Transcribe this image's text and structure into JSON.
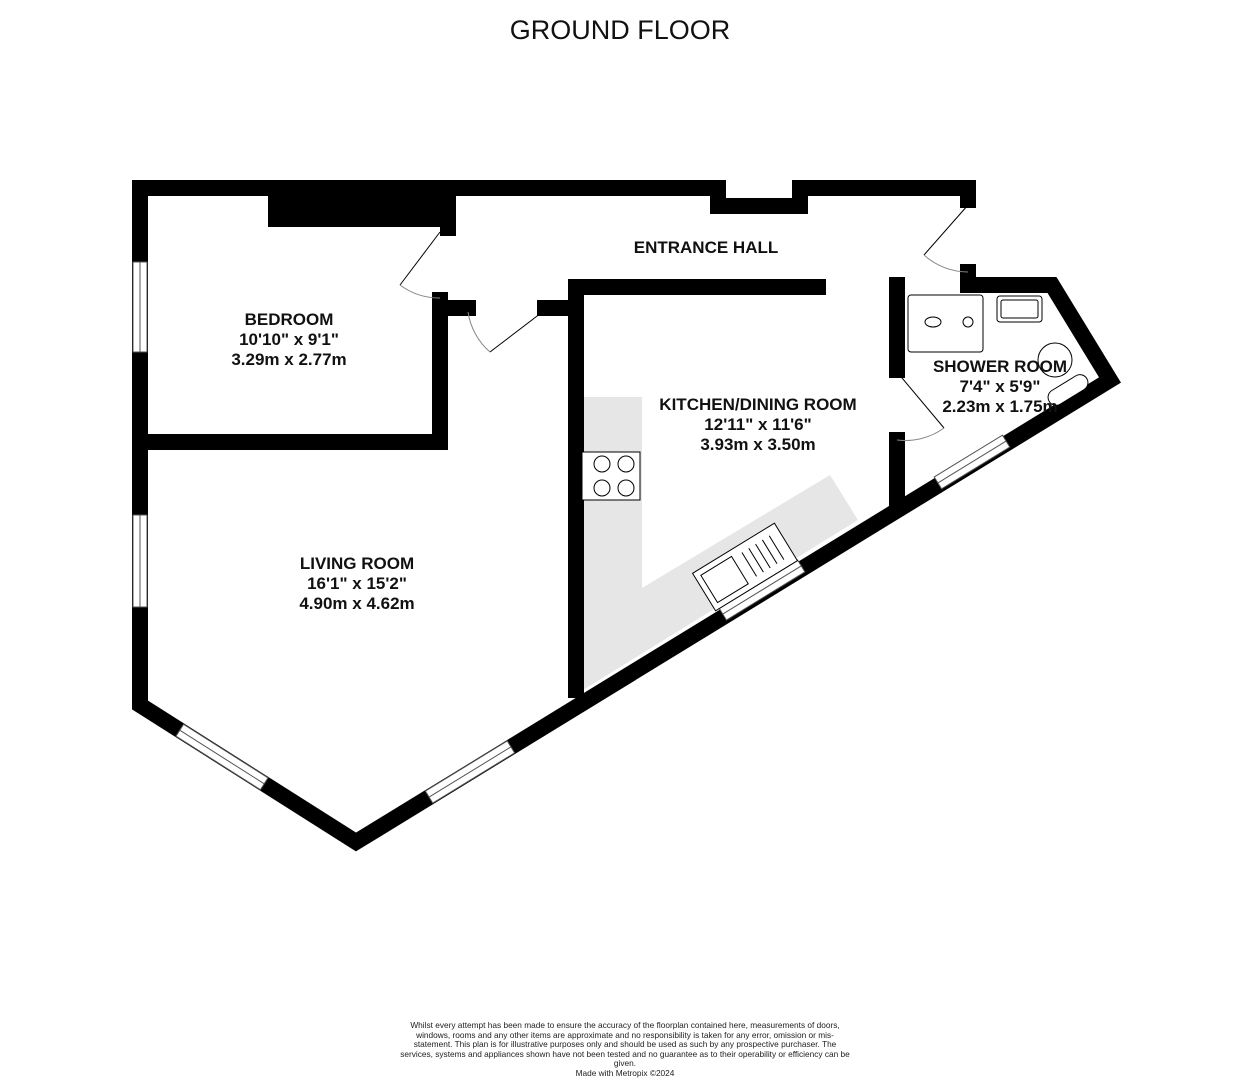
{
  "title": "GROUND FLOOR",
  "rooms": [
    {
      "name": "ENTRANCE HALL",
      "imperial": "",
      "metric": ""
    },
    {
      "name": "BEDROOM",
      "imperial": "10'10\"  x 9'1\"",
      "metric": "3.29m  x 2.77m"
    },
    {
      "name": "KITCHEN/DINING ROOM",
      "imperial": "12'11\"  x 11'6\"",
      "metric": "3.93m  x 3.50m"
    },
    {
      "name": "SHOWER ROOM",
      "imperial": "7'4\"  x 5'9\"",
      "metric": "2.23m  x 1.75m"
    },
    {
      "name": "LIVING ROOM",
      "imperial": "16'1\"  x 15'2\"",
      "metric": "4.90m  x 4.62m"
    }
  ],
  "disclaimer": "Whilst every attempt has been made to ensure the accuracy of the floorplan contained here, measurements of doors, windows, rooms and any other items are approximate and no responsibility is taken for any error, omission or mis-statement. This plan is for illustrative purposes only and should be used as such by any prospective purchaser. The services, systems and appliances shown have not been tested and no guarantee as to their operability or efficiency can be given.",
  "credit": "Made with Metropix ©2024",
  "colors": {
    "wall": "#000000",
    "counter": "#e6e6e6"
  }
}
